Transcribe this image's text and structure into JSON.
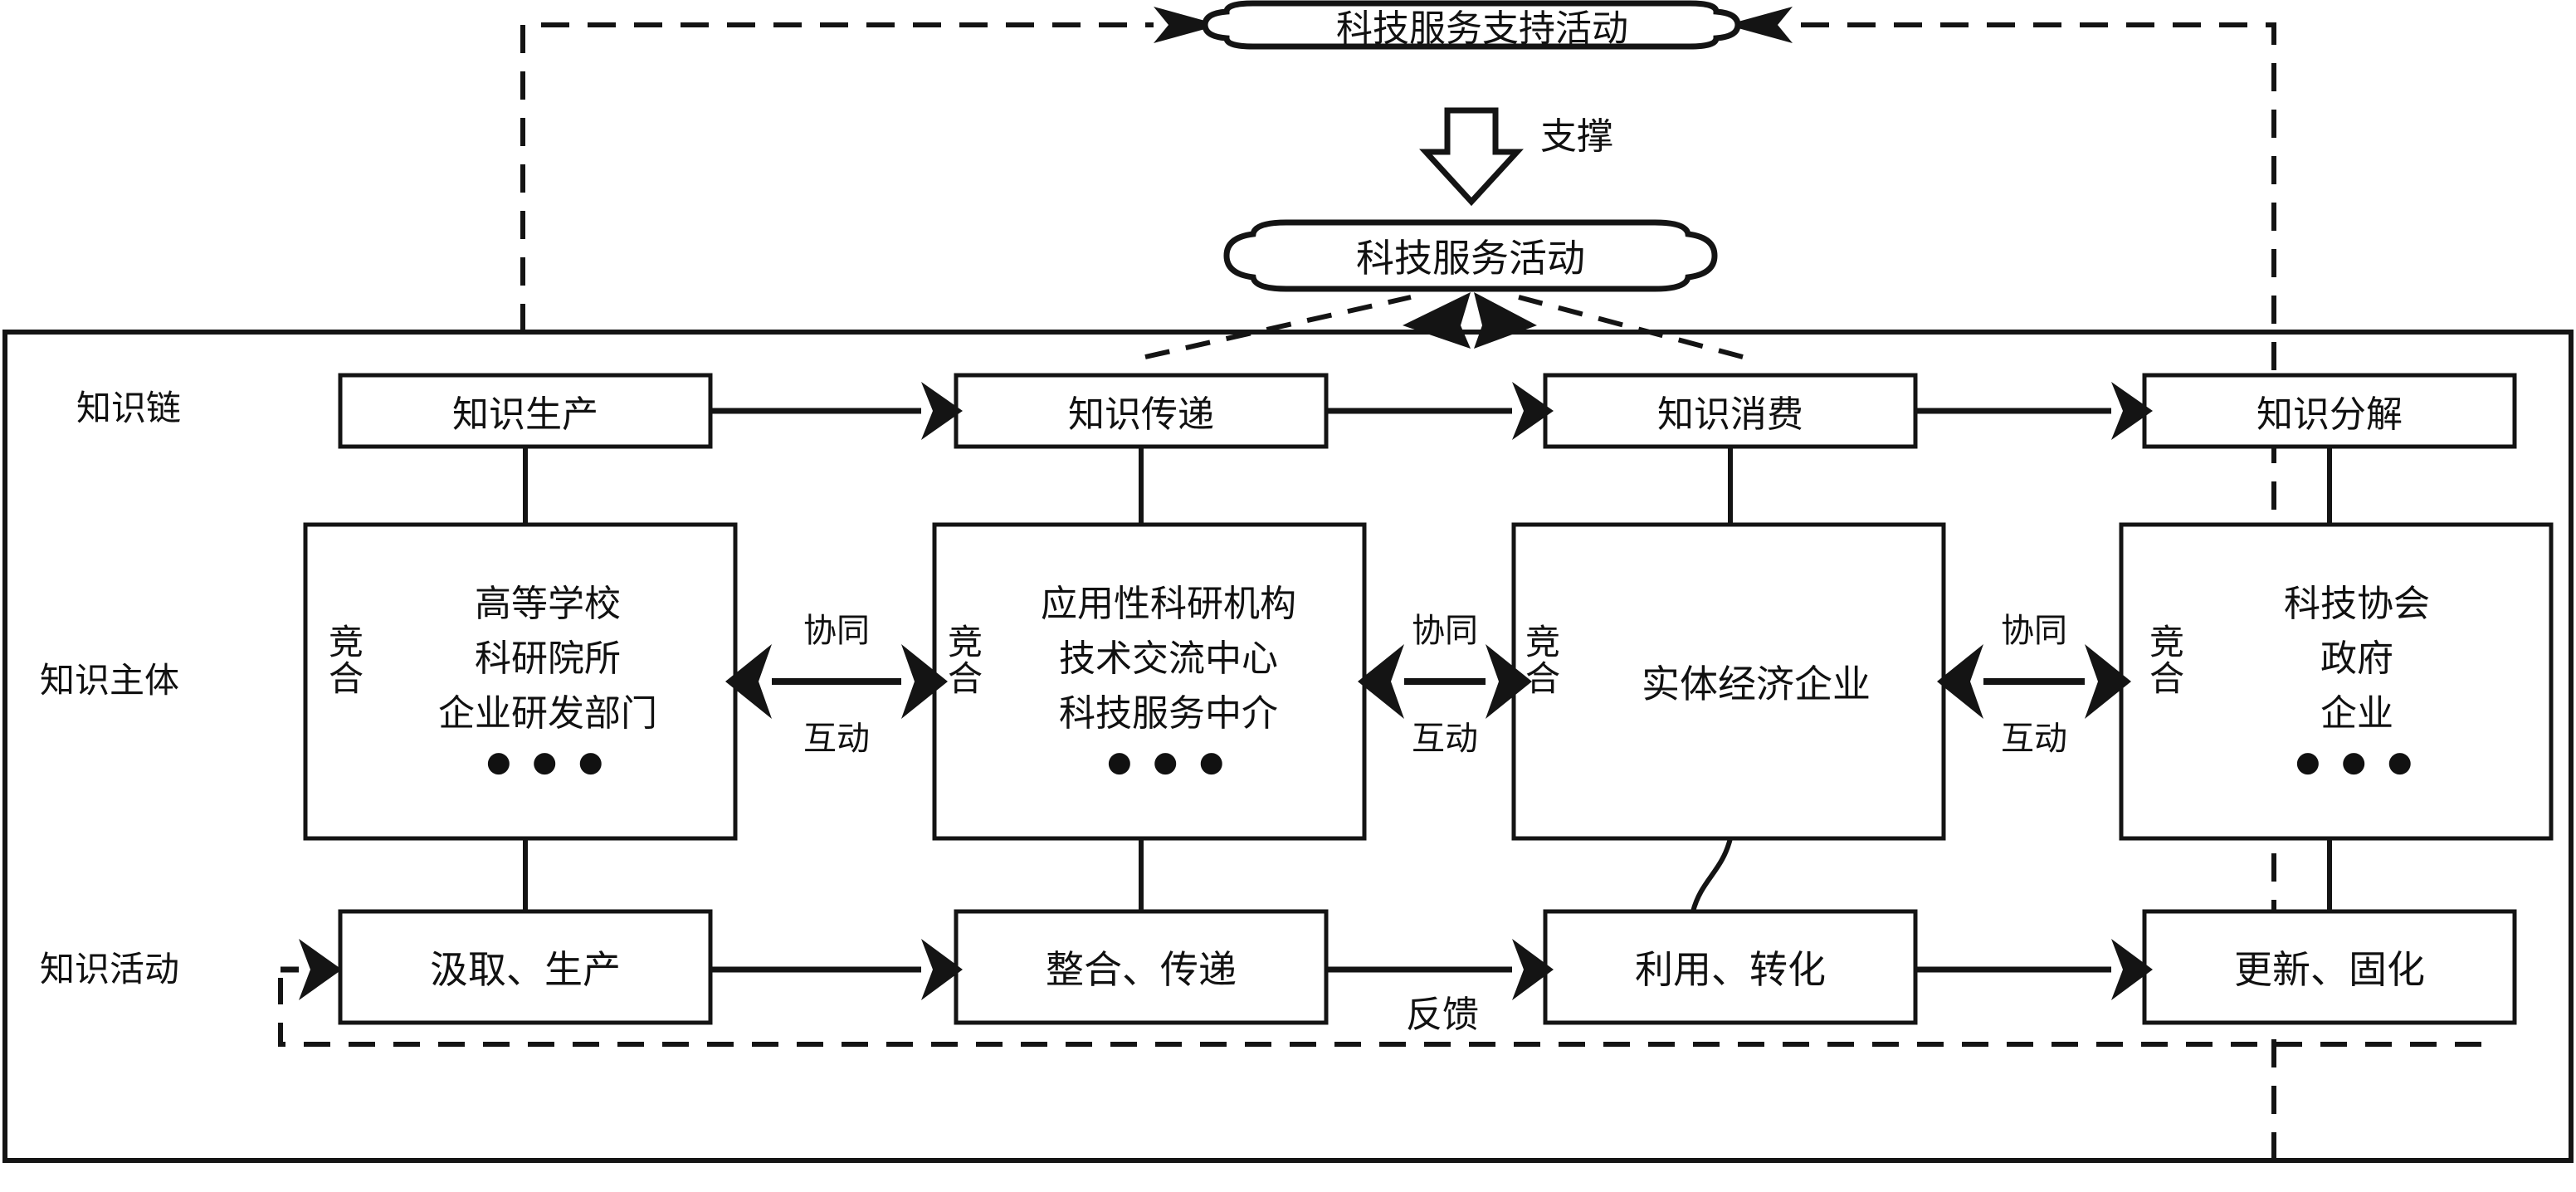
{
  "diagram": {
    "title_top_cloud": "科技服务支持活动",
    "support_arrow_label": "支撑",
    "service_cloud": "科技服务活动",
    "feedback_label": "反馈",
    "row_labels": {
      "chain": "知识链",
      "subject": "知识主体",
      "activity": "知识活动"
    },
    "chain_boxes": [
      {
        "label": "知识生产"
      },
      {
        "label": "知识传递"
      },
      {
        "label": "知识消费"
      },
      {
        "label": "知识分解"
      }
    ],
    "subject_boxes": [
      {
        "side_label": "竞合",
        "lines": [
          "高等学校",
          "科研院所",
          "企业研发部门"
        ],
        "dots": "●  ●  ●"
      },
      {
        "side_label": "竞合",
        "lines": [
          "应用性科研机构",
          "技术交流中心",
          "科技服务中介"
        ],
        "dots": "●  ●  ●"
      },
      {
        "side_label": "竞合",
        "lines": [
          "实体经济企业"
        ],
        "dots": ""
      },
      {
        "side_label": "竞合",
        "lines": [
          "科技协会",
          "政府",
          "企业"
        ],
        "dots": "●  ●  ●"
      }
    ],
    "activity_boxes": [
      {
        "label": "汲取、生产"
      },
      {
        "label": "整合、传递"
      },
      {
        "label": "利用、转化"
      },
      {
        "label": "更新、固化"
      }
    ],
    "interaction_connectors": [
      {
        "top": "协同",
        "bottom": "互动"
      },
      {
        "top": "协同",
        "bottom": "互动"
      },
      {
        "top": "协同",
        "bottom": "互动"
      }
    ],
    "colors": {
      "stroke": "#141414",
      "background": "#ffffff",
      "text": "#111111"
    }
  }
}
